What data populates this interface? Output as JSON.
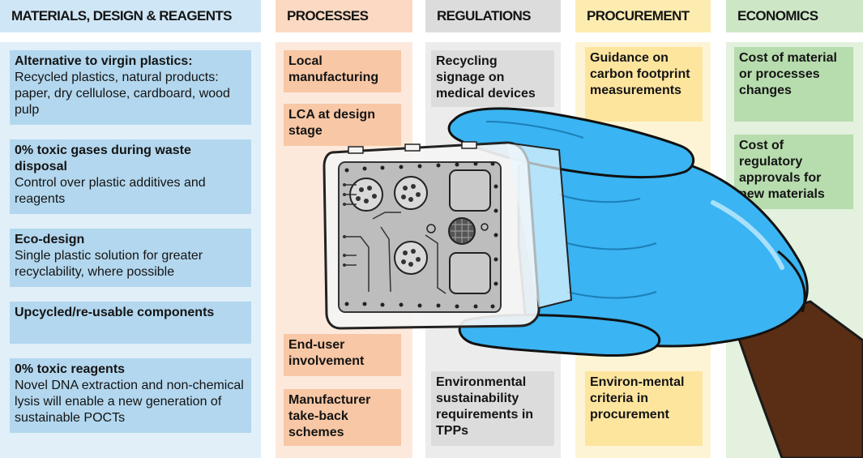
{
  "headers": {
    "materials": "MATERIALS, DESIGN & REAGENTS",
    "processes": "PROCESSES",
    "regulations": "REGULATIONS",
    "procurement": "PROCUREMENT",
    "economics": "ECONOMICS"
  },
  "materials": [
    {
      "bold": "Alternative to virgin plastics:",
      "text": "Recycled plastics, natural products: paper, dry cellulose, cardboard, wood pulp"
    },
    {
      "bold": "0% toxic gases during waste disposal",
      "text": "Control over plastic additives and reagents"
    },
    {
      "bold": "Eco-design",
      "text": "Single plastic solution for greater recyclability, where possible"
    },
    {
      "bold": "Upcycled/re-usable components",
      "text": ""
    },
    {
      "bold": "0% toxic reagents",
      "text": "Novel DNA extraction and non-chemical lysis will enable a new generation of sustainable POCTs"
    }
  ],
  "processes": [
    "Local manufacturing",
    "LCA at design stage",
    "End-user involvement",
    "Manufacturer take-back schemes"
  ],
  "regulations": [
    "Recycling signage on medical devices",
    "Environmental sustainability requirements in TPPs"
  ],
  "procurement": [
    "Guidance on carbon footprint measurements",
    "Environ-mental criteria in procurement"
  ],
  "economics": [
    "Cost of material or processes changes",
    "Cost of regulatory approvals for new materials"
  ],
  "colors": {
    "materials_bg": "#e1eff9",
    "processes_bg": "#fde9dc",
    "regulations_bg": "#ececec",
    "procurement_bg": "#fdf4d6",
    "economics_bg": "#e3f1de",
    "glove": "#3ab4f2",
    "skin": "#5a2e14"
  },
  "icons": [
    "poct-cartridge-illustration",
    "gloved-hand-illustration"
  ]
}
